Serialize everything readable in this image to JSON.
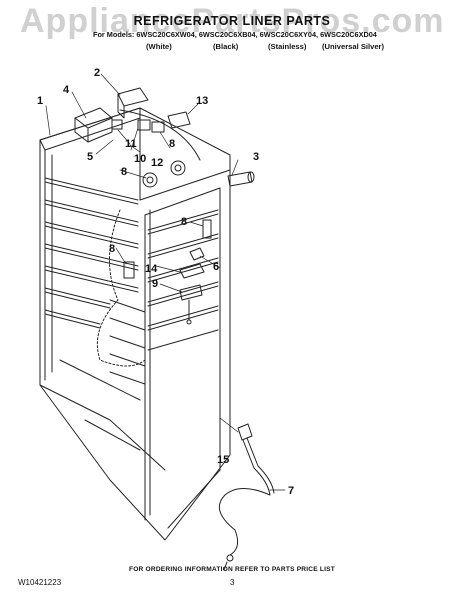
{
  "watermark": "AppliancePartsPros.com",
  "header": {
    "title": "REFRIGERATOR LINER PARTS",
    "models_line": "For Models: 6WSC20C6XW04, 6WSC20C6XB04, 6WSC20C6XY04, 6WSC20C6XD04",
    "variants": [
      "(White)",
      "(Black)",
      "(Stainless)",
      "(Universal Silver)"
    ]
  },
  "callouts": [
    "1",
    "2",
    "3",
    "4",
    "5",
    "6",
    "7",
    "8",
    "8",
    "8",
    "8",
    "9",
    "10",
    "11",
    "12",
    "13",
    "14",
    "15"
  ],
  "footer": {
    "ordering_note": "FOR ORDERING INFORMATION REFER TO PARTS PRICE LIST",
    "document_number": "W10421223",
    "page_number": "3"
  },
  "colors": {
    "line": "#222222",
    "watermark": "#d0d0d0"
  }
}
